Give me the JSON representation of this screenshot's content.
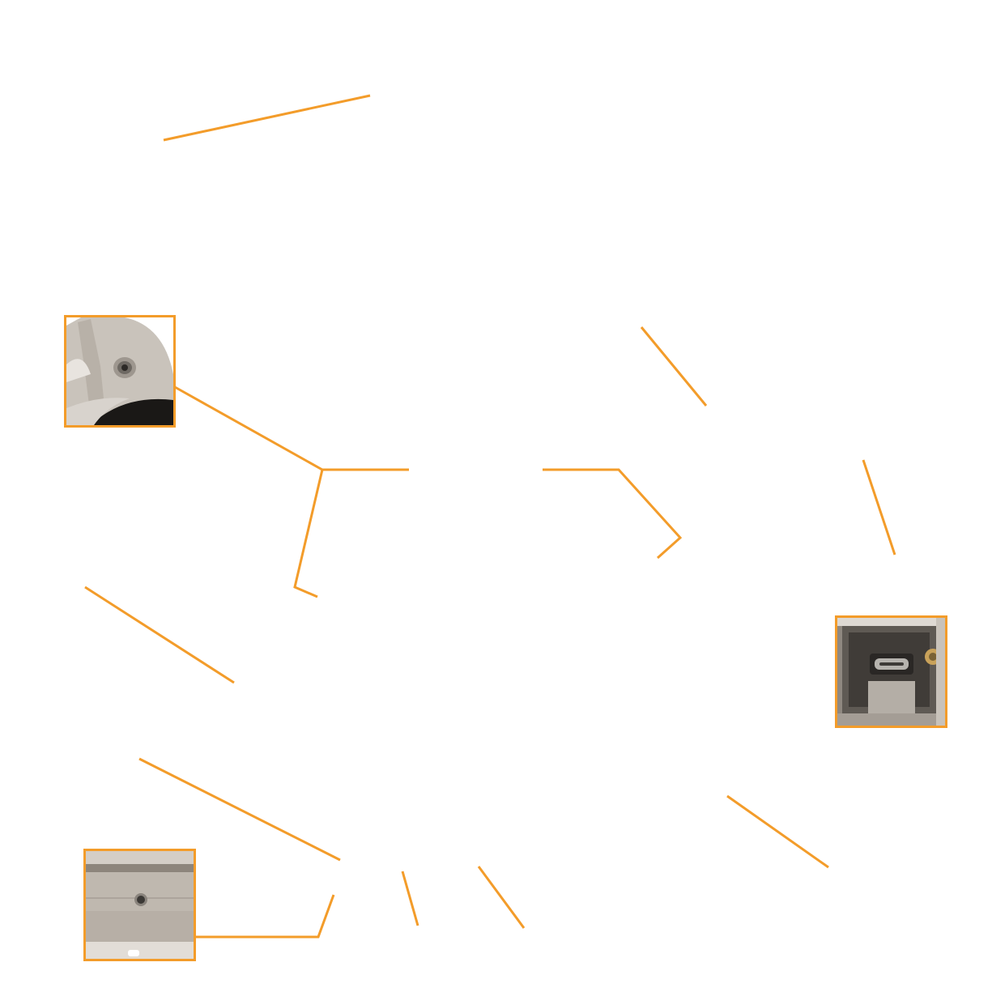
{
  "diagram": {
    "accent_color": "#f39c2a",
    "background_color": "#ffffff",
    "insets": [
      {
        "name": "mount-hole-closeup"
      },
      {
        "name": "usb-c-port-closeup"
      },
      {
        "name": "bottom-threaded-insert-closeup"
      }
    ]
  }
}
